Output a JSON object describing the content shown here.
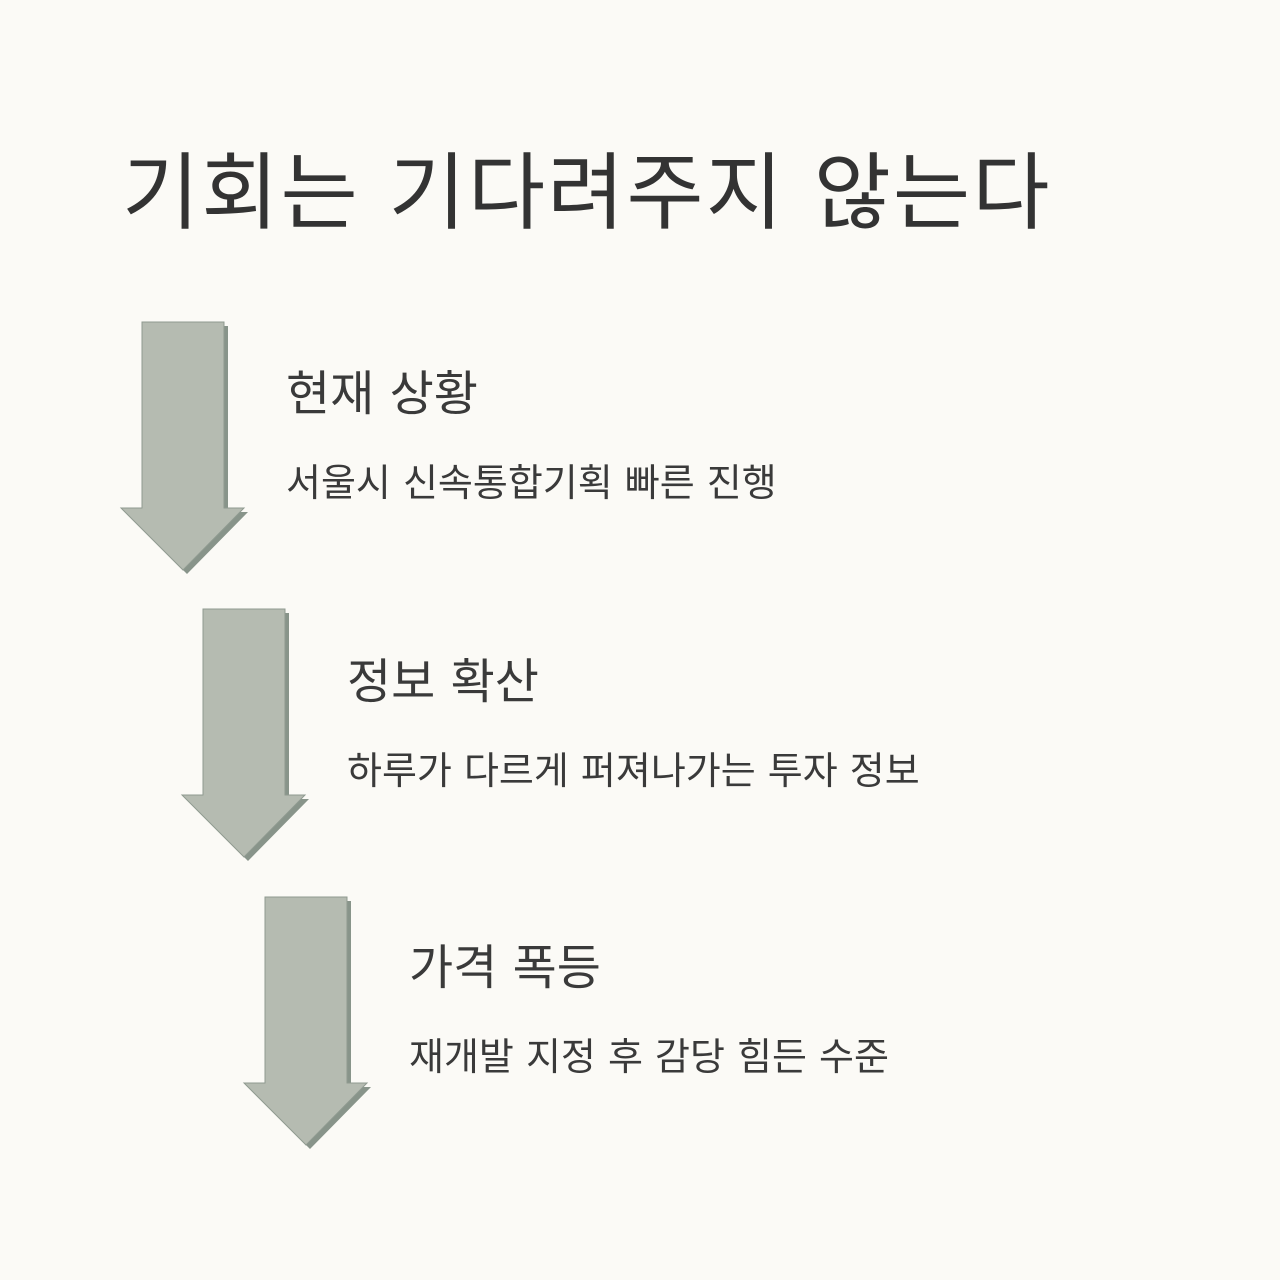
{
  "title": "기회는 기다려주지 않는다",
  "colors": {
    "background": "#fbfaf6",
    "arrow_fill": "#b5bbb1",
    "arrow_shadow": "#88948a",
    "text": "#3a3a3a"
  },
  "steps": [
    {
      "heading": "현재 상황",
      "description": "서울시 신속통합기획 빠른 진행",
      "icon": "arrow-down-icon"
    },
    {
      "heading": "정보 확산",
      "description": "하루가 다르게 퍼져나가는 투자 정보",
      "icon": "arrow-down-icon"
    },
    {
      "heading": "가격 폭등",
      "description": "재개발 지정 후 감당 힘든 수준",
      "icon": "arrow-down-icon"
    }
  ]
}
